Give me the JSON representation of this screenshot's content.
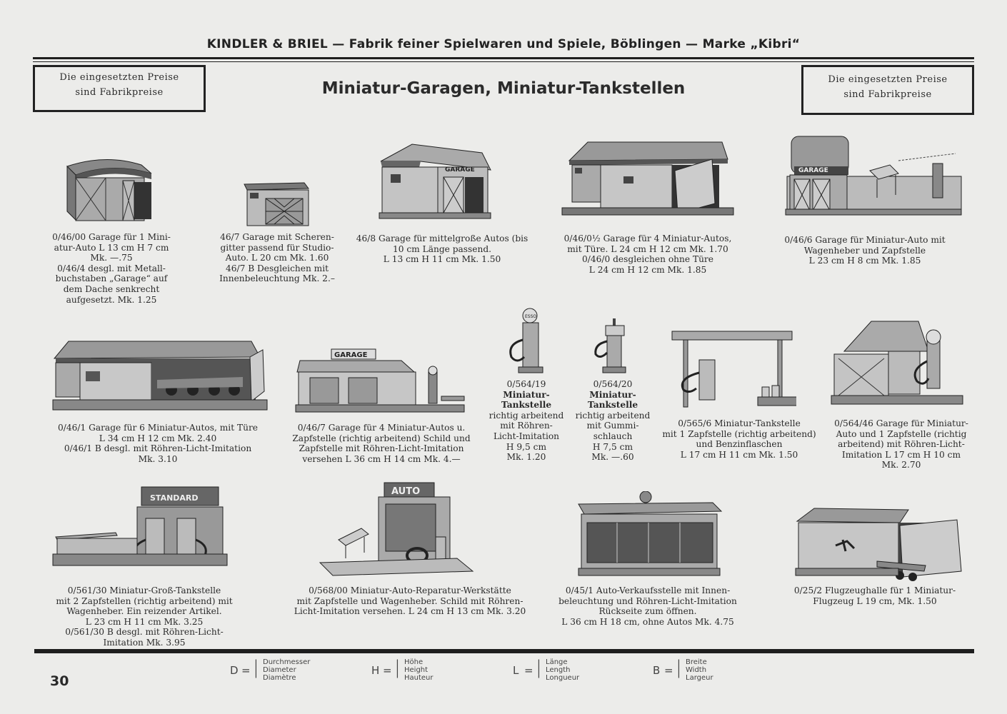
{
  "header": {
    "company_line": "KINDLER & BRIEL — Fabrik feiner Spielwaren und Spiele, Böblingen — Marke „Kibri“",
    "price_note_left": [
      "Die eingesetzten Preise",
      "sind Fabrikpreise"
    ],
    "price_note_right": [
      "Die eingesetzten Preise",
      "sind Fabrikpreise"
    ],
    "title": "Miniatur-Garagen, Miniatur-Tankstellen"
  },
  "items": [
    {
      "code": "0/46/00",
      "name": "Garage",
      "lines": [
        "0/46/00 Garage für 1 Mini-",
        "atur-Auto L 13 cm H 7 cm",
        "Mk. —.75",
        "0/46/4 desgl. mit Metall-",
        "buchstaben „Garage“ auf",
        "dem Dache senkrecht",
        "aufgesetzt.  Mk. 1.25"
      ]
    },
    {
      "code": "46/7",
      "name": "Garage",
      "lines": [
        "46/7 Garage mit Scheren-",
        "gitter passend für Studio-",
        "Auto.  L 20 cm  Mk. 1.60",
        "46/7 B Desgleichen mit",
        "Innenbeleuchtung Mk. 2.–"
      ]
    },
    {
      "code": "46/8",
      "name": "Garage",
      "lines": [
        "46/8 Garage für mittelgroße Autos (bis",
        "10 cm Länge passend.",
        "L 13 cm   H 11 cm   Mk. 1.50"
      ]
    },
    {
      "code": "0/46/0 1/2",
      "name": "Garage",
      "lines": [
        "0/46/0½ Garage für 4 Miniatur-Autos,",
        "mit Türe.  L 24 cm  H 12 cm  Mk. 1.70",
        "0/46/0 desgleichen ohne Türe",
        "L 24 cm   H 12 cm   Mk. 1.85"
      ]
    },
    {
      "code": "0/46/6",
      "name": "Garage",
      "lines": [
        "0/46/6 Garage für Miniatur-Auto mit",
        "Wagenheber und Zapfstelle",
        "L 23 cm   H 8 cm   Mk. 1.85"
      ]
    },
    {
      "code": "0/46/1",
      "name": "Garage",
      "lines": [
        "0/46/1 Garage für 6 Miniatur-Autos, mit Türe",
        "L 34 cm  H 12 cm  Mk. 2.40",
        "0/46/1 B desgl. mit Röhren-Licht-Imitation",
        "Mk. 3.10"
      ]
    },
    {
      "code": "0/46/7",
      "name": "Garage",
      "lines": [
        "0/46/7 Garage für 4 Miniatur-Autos u.",
        "Zapfstelle (richtig arbeitend) Schild und",
        "Zapfstelle mit Röhren-Licht-Imitation",
        "versehen  L 36 cm  H 14 cm  Mk. 4.—"
      ]
    },
    {
      "code": "0/564/19",
      "name": "Miniatur-Tankstelle",
      "lines": [
        "0/564/19",
        "Miniatur-",
        "Tankstelle",
        "richtig arbeitend",
        "mit Röhren-",
        "Licht-Imitation",
        "H 9,5 cm",
        "Mk. 1.20"
      ]
    },
    {
      "code": "0/564/20",
      "name": "Miniatur-Tankstelle",
      "lines": [
        "0/564/20",
        "Miniatur-",
        "Tankstelle",
        "richtig arbeitend",
        "mit Gummi-",
        "schlauch",
        "H 7,5 cm",
        "Mk. —.60"
      ]
    },
    {
      "code": "0/565/6",
      "name": "Miniatur-Tankstelle",
      "lines": [
        "0/565/6 Miniatur-Tankstelle",
        "mit 1 Zapfstelle (richtig arbeitend)",
        "und Benzinflaschen",
        "L 17 cm   H 11 cm   Mk. 1.50"
      ]
    },
    {
      "code": "0/564/46",
      "name": "Garage",
      "lines": [
        "0/564/46 Garage für Miniatur-",
        "Auto und 1 Zapfstelle (richtig",
        "arbeitend) mit Röhren-Licht-",
        "Imitation   L 17 cm   H 10 cm",
        "Mk. 2.70"
      ]
    },
    {
      "code": "0/561/30",
      "name": "Miniatur-Groß-Tankstelle",
      "lines": [
        "0/561/30 Miniatur-Groß-Tankstelle",
        "mit 2 Zapfstellen (richtig arbeitend) mit",
        "Wagenheber. Ein reizender Artikel.",
        "L 23 cm   H 11 cm   Mk. 3.25",
        "0/561/30 B desgl. mit Röhren-Licht-",
        "Imitation  Mk. 3.95"
      ]
    },
    {
      "code": "0/568/00",
      "name": "Miniatur-Auto-Reparatur-Werkstätte",
      "lines": [
        "0/568/00 Miniatur-Auto-Reparatur-Werkstätte",
        "mit Zapfstelle und Wagenheber. Schild mit Röhren-",
        "Licht-Imitation versehen.  L 24 cm  H 13 cm  Mk. 3.20"
      ]
    },
    {
      "code": "0/45/1",
      "name": "Auto-Verkaufsstelle",
      "lines": [
        "0/45/1 Auto-Verkaufsstelle mit Innen-",
        "beleuchtung und Röhren-Licht-Imitation",
        "Rückseite zum öffnen.",
        "L 36 cm H 18 cm, ohne Autos Mk. 4.75"
      ]
    },
    {
      "code": "0/25/2",
      "name": "Flugzeughalle",
      "lines": [
        "0/25/2 Flugzeughalle für 1 Miniatur-",
        "Flugzeug  L 19 cm,  Mk. 1.50"
      ]
    }
  ],
  "signs": {
    "garage": "GARAGE",
    "standard": "STANDARD",
    "auto": "AUTO",
    "esso": "ESSO"
  },
  "footer": {
    "page_number": "30",
    "legend": [
      {
        "letter": "D",
        "words": [
          "Durchmesser",
          "Diameter",
          "Diamètre"
        ]
      },
      {
        "letter": "H",
        "words": [
          "Höhe",
          "Height",
          "Hauteur"
        ]
      },
      {
        "letter": "L",
        "words": [
          "Länge",
          "Length",
          "Longueur"
        ]
      },
      {
        "letter": "B",
        "words": [
          "Breite",
          "Width",
          "Largeur"
        ]
      }
    ]
  }
}
